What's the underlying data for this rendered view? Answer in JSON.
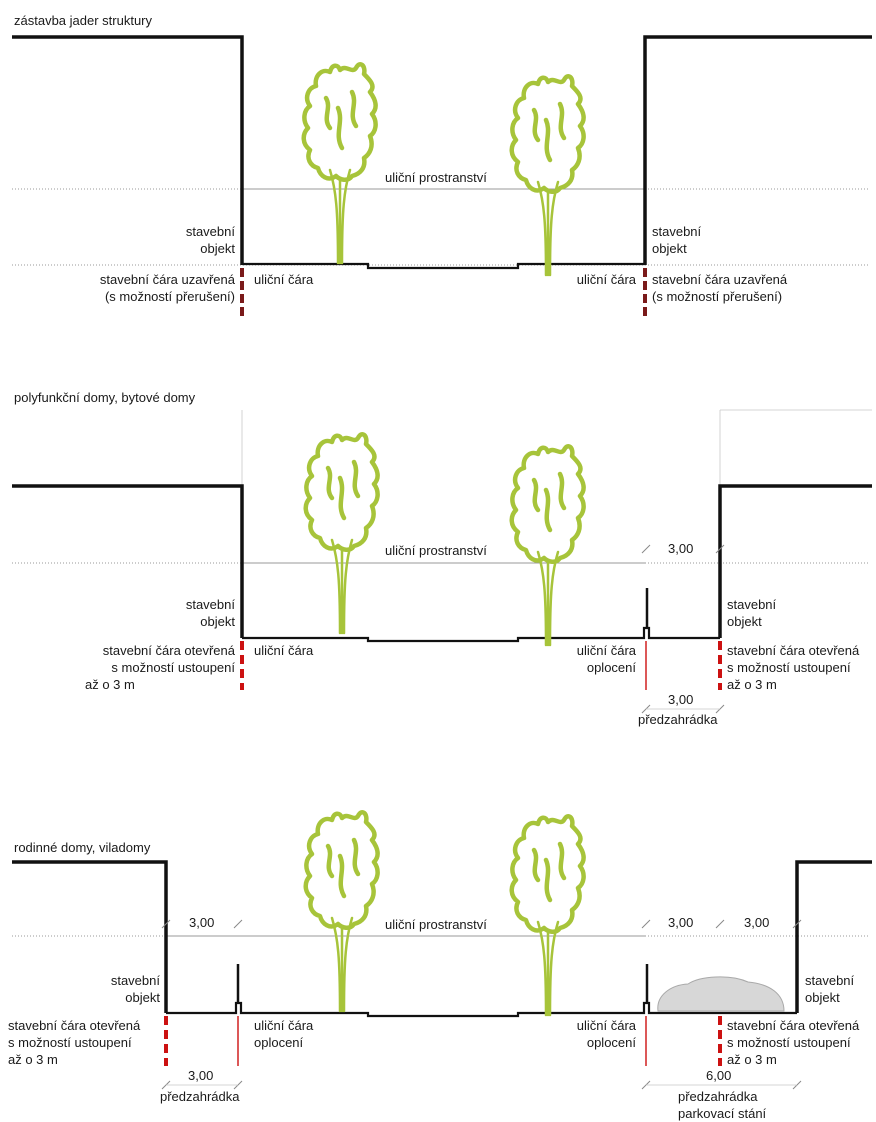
{
  "colors": {
    "tree": "#a7c43a",
    "building_line": "#111111",
    "building_line_marker": "#cc1111",
    "closed_line_marker": "#7a1a1a",
    "guide_line": "#9a9a9a"
  },
  "section_1": {
    "title": "zástavba jader struktury",
    "street_space": "uliční prostranství",
    "building_left": [
      "stavební",
      "objekt"
    ],
    "building_right": [
      "stavební",
      "objekt"
    ],
    "line_left": [
      "stavební čára uzavřená",
      "(s možností přerušení)"
    ],
    "line_right": [
      "stavební čára uzavřená",
      "(s možností přerušení)"
    ],
    "street_line_left": "uliční čára",
    "street_line_right": "uliční čára"
  },
  "section_2": {
    "title": "polyfunkční domy, bytové domy",
    "street_space": "uliční prostranství",
    "building_left": [
      "stavební",
      "objekt"
    ],
    "building_right": [
      "stavební",
      "objekt"
    ],
    "line_left": [
      "stavební čára otevřená",
      "s možností ustoupení",
      "až o 3 m"
    ],
    "line_right": [
      "stavební čára otevřená",
      "s možností ustoupení",
      "až o 3 m"
    ],
    "street_line_left": "uliční čára",
    "street_fence_right": [
      "uliční čára",
      "oplocení"
    ],
    "dim_top": "3,00",
    "dim_bottom": "3,00",
    "front_garden": "předzahrádka"
  },
  "section_3": {
    "title": "rodinné domy, viladomy",
    "street_space": "uliční prostranství",
    "building_left": [
      "stavební",
      "objekt"
    ],
    "building_right": [
      "stavební",
      "objekt"
    ],
    "line_left": [
      "stavební čára otevřená",
      "s možností ustoupení",
      "až o 3 m"
    ],
    "line_right": [
      "stavební čára otevřená",
      "s možností ustoupení",
      "až o 3 m"
    ],
    "street_fence_left": [
      "uliční čára",
      "oplocení"
    ],
    "street_fence_right": [
      "uliční čára",
      "oplocení"
    ],
    "dim_top_left": "3,00",
    "dim_top_right_1": "3,00",
    "dim_top_right_2": "3,00",
    "dim_bottom_left": "3,00",
    "dim_bottom_right": "6,00",
    "front_garden_left": "předzahrádka",
    "front_garden_right": [
      "předzahrádka",
      "parkovací stání"
    ]
  }
}
